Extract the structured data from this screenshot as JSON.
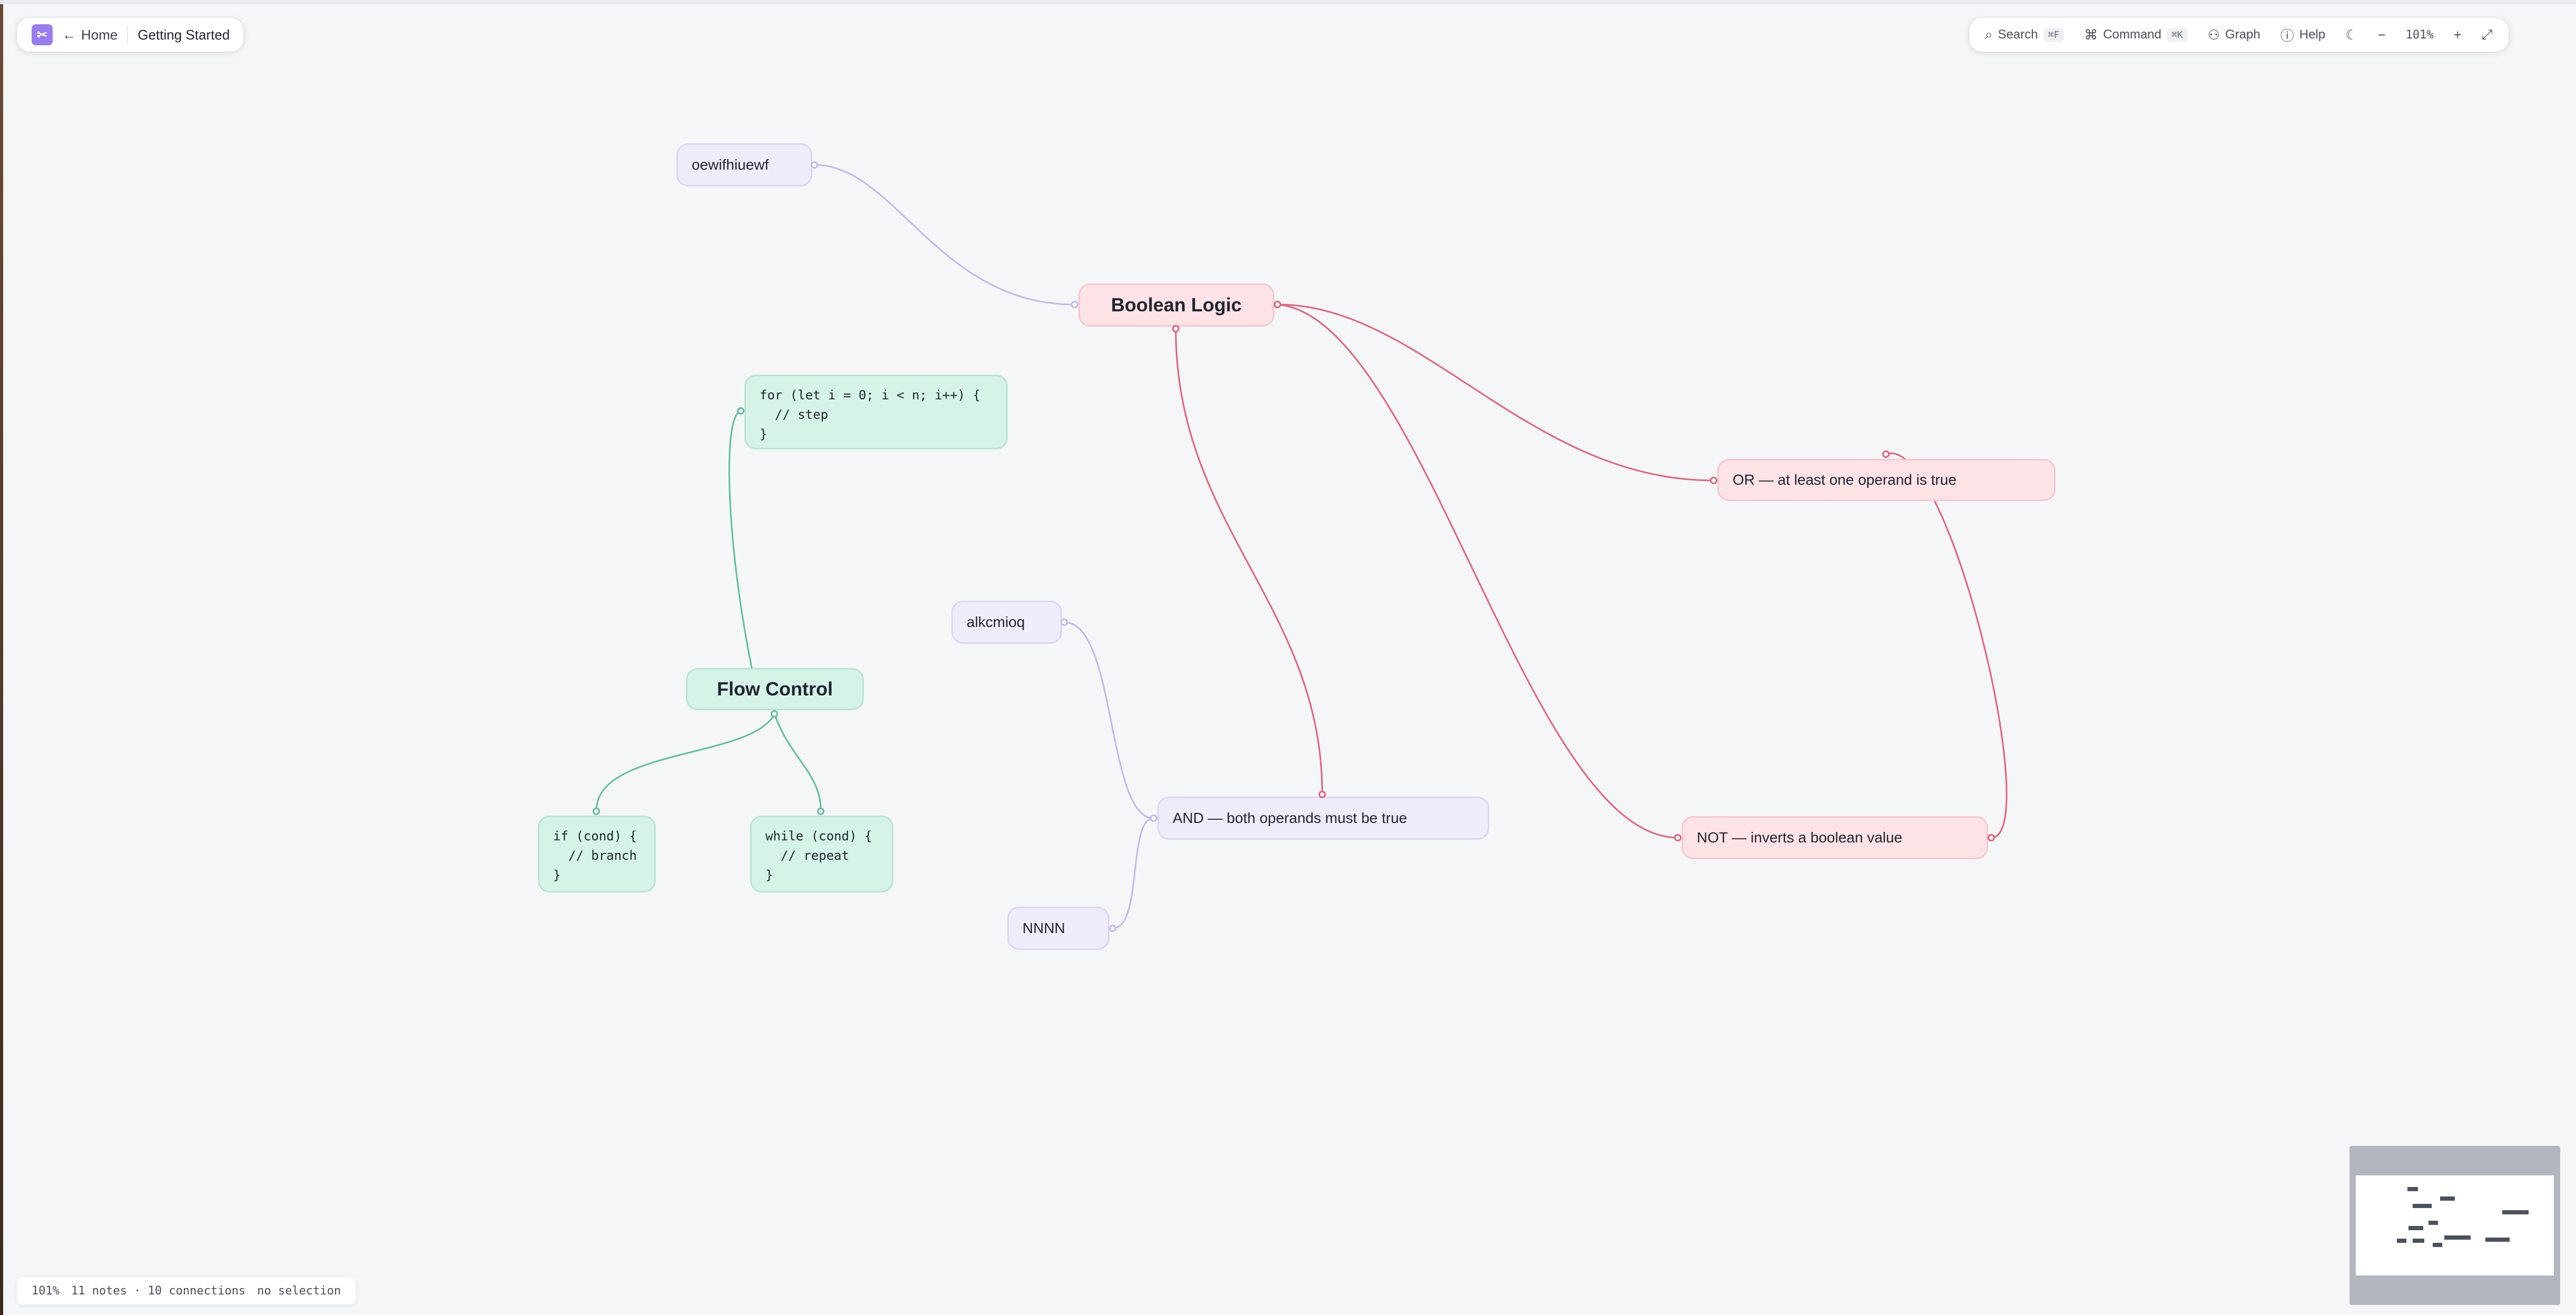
{
  "breadcrumb": {
    "back_label": "Home",
    "title": "Getting Started"
  },
  "toolbar": {
    "search_label": "Search",
    "search_kbd": "⌘F",
    "command_label": "Command",
    "command_kbd": "⌘K",
    "graph_label": "Graph",
    "help_label": "Help",
    "zoom_value": "101%"
  },
  "nodes": {
    "oewifhiuewf": "oewifhiuewf",
    "boolean_logic": "Boolean Logic",
    "for_loop": "for (let i = 0; i < n; i++) {\n  // step\n}",
    "or_note": "OR — at least one operand is true",
    "alkcmioq": "alkcmioq",
    "flow_control": "Flow Control",
    "and_note": "AND — both operands must be true",
    "not_note": "NOT — inverts a boolean value",
    "if_branch": "if (cond) {\n  // branch\n}",
    "while_loop": "while (cond) {\n  // repeat\n}",
    "nnnn": "NNNN"
  },
  "colors": {
    "purple_edge": "#c2b7ee",
    "pink_edge": "#e4607a",
    "green_edge": "#5fbf9a"
  },
  "status": {
    "zoom": "101%",
    "counts": "11 notes · 10 connections",
    "selection": "no selection"
  }
}
